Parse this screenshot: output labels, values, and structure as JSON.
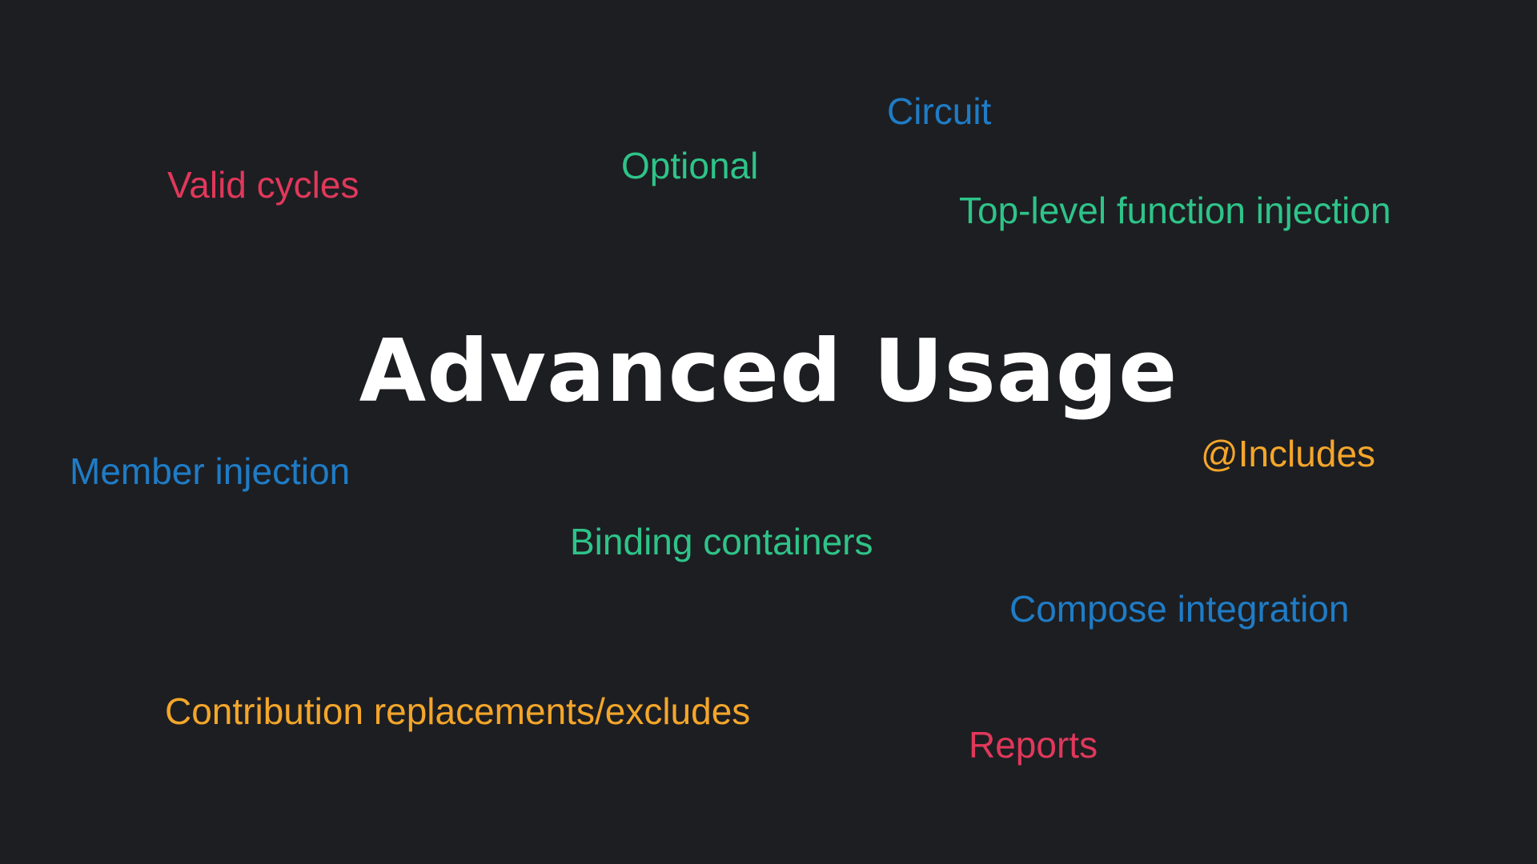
{
  "slide": {
    "title": "Advanced Usage",
    "background": "#1d1e22",
    "terms": {
      "circuit": "Circuit",
      "optional": "Optional",
      "valid_cycles": "Valid cycles",
      "top_level_function_injection": "Top-level function injection",
      "includes": "@Includes",
      "member_injection": "Member injection",
      "binding_containers": "Binding containers",
      "compose_integration": "Compose integration",
      "contribution_replacements": "Contribution replacements/excludes",
      "reports": "Reports"
    },
    "colors": {
      "red": "#e0385b",
      "green": "#2ec489",
      "blue": "#1f7cc6",
      "orange": "#f4a62a",
      "title": "#ffffff"
    }
  }
}
